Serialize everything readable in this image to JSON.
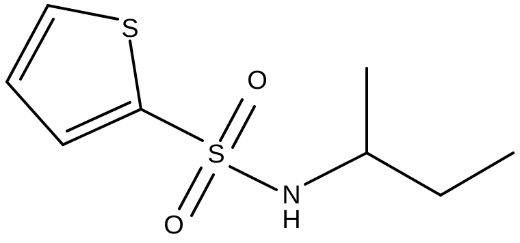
{
  "molecule": {
    "atoms": {
      "sulfur_ring": "S",
      "sulfur_sulfonyl": "S",
      "oxygen_top": "O",
      "oxygen_bottom": "O",
      "nitrogen": "N",
      "hydrogen": "H"
    }
  }
}
